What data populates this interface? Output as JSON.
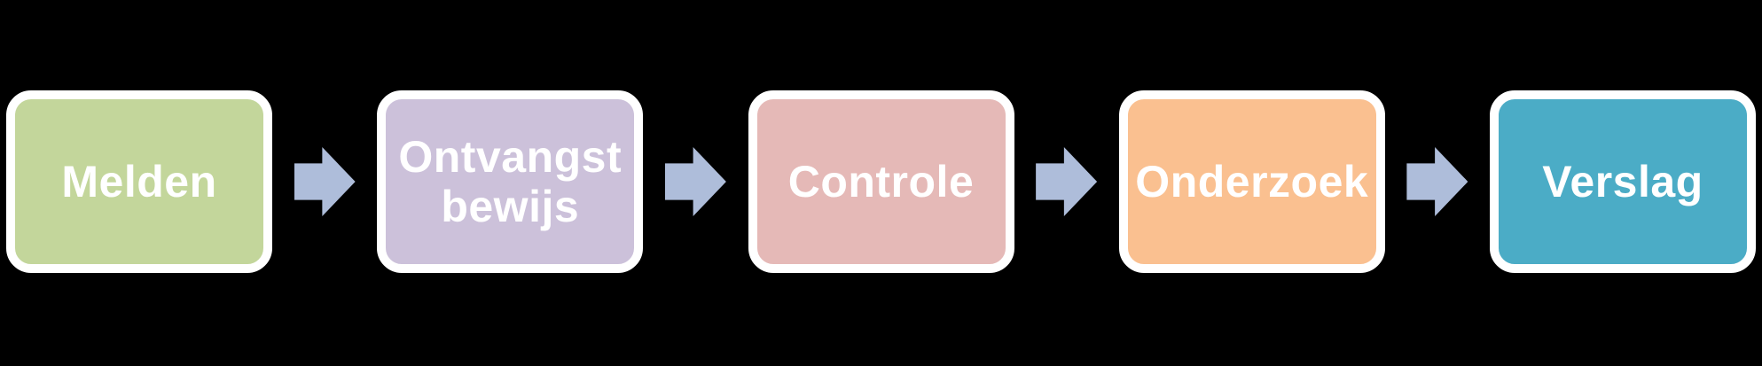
{
  "diagram": {
    "background": "#000000",
    "box_border_color": "#ffffff",
    "text_color": "#ffffff",
    "arrow_color": "#aebdda",
    "steps": [
      {
        "label": "Melden",
        "color": "#c3d69b"
      },
      {
        "label": "Ontvangst bewijs",
        "color": "#ccc1da"
      },
      {
        "label": "Controle",
        "color": "#e5b9b7"
      },
      {
        "label": "Onderzoek",
        "color": "#fac090"
      },
      {
        "label": "Verslag",
        "color": "#4bacc6"
      }
    ]
  }
}
